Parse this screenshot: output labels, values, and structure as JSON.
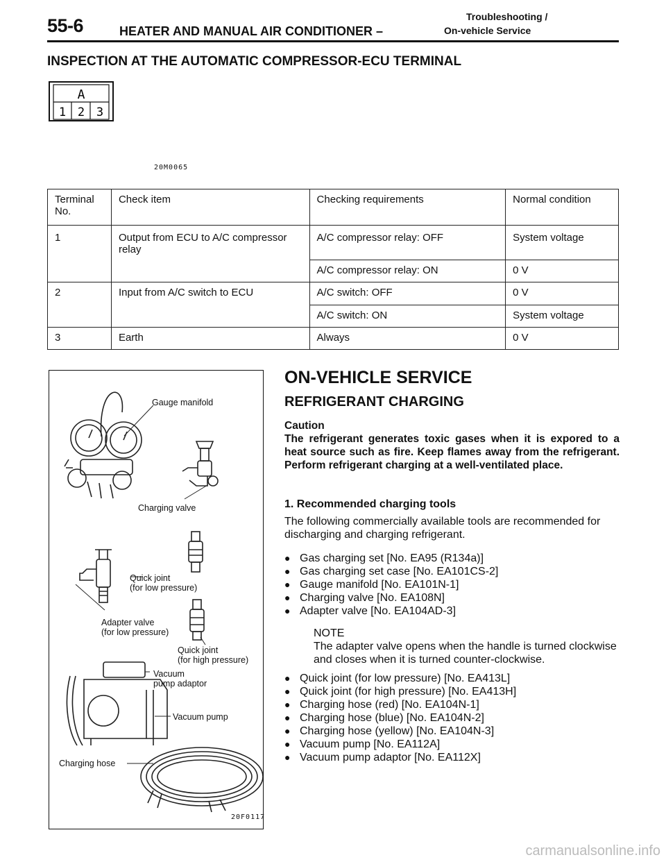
{
  "header": {
    "page_number": "55-6",
    "title": "HEATER AND MANUAL AIR CONDITIONER –",
    "subtitle_line1": "Troubleshooting /",
    "subtitle_line2": "On-vehicle Service"
  },
  "section_title": "INSPECTION AT THE AUTOMATIC COMPRESSOR-ECU TERMINAL",
  "connector": {
    "label": "A",
    "pins": [
      "1",
      "2",
      "3"
    ],
    "figure_code": "20M0065"
  },
  "table": {
    "headers": [
      "Terminal No.",
      "Check item",
      "Checking requirements",
      "Normal condition"
    ],
    "rows": [
      {
        "terminal": "1",
        "check_item": "Output from ECU to A/C compressor relay",
        "requirement": "A/C compressor relay: OFF",
        "condition": "System voltage"
      },
      {
        "terminal": "",
        "check_item": "",
        "requirement": "A/C compressor relay: ON",
        "condition": "0 V"
      },
      {
        "terminal": "2",
        "check_item": "Input from A/C switch to ECU",
        "requirement": "A/C switch: OFF",
        "condition": "0 V"
      },
      {
        "terminal": "",
        "check_item": "",
        "requirement": "A/C switch: ON",
        "condition": "System voltage"
      },
      {
        "terminal": "3",
        "check_item": "Earth",
        "requirement": "Always",
        "condition": "0 V"
      }
    ]
  },
  "figure": {
    "labels": {
      "gauge_manifold": "Gauge manifold",
      "charging_valve": "Charging valve",
      "quick_joint_low_1": "Quick joint",
      "quick_joint_low_2": "(for low pressure)",
      "adapter_valve_1": "Adapter valve",
      "adapter_valve_2": "(for low pressure)",
      "quick_joint_high_1": "Quick joint",
      "quick_joint_high_2": "(for high pressure)",
      "vacuum_adaptor_1": "Vacuum",
      "vacuum_adaptor_2": "pump adaptor",
      "vacuum_pump": "Vacuum pump",
      "charging_hose": "Charging hose"
    },
    "figure_code": "20F0117"
  },
  "service": {
    "heading": "ON-VEHICLE SERVICE",
    "subheading": "REFRIGERANT CHARGING",
    "caution_title": "Caution",
    "caution_text": "The refrigerant generates toxic gases when it is expored to a heat source such as fire. Keep flames away from the refrigerant. Perform refrigerant charging at a well-ventilated place.",
    "step1_title": "1. Recommended charging tools",
    "step1_text": "The following commercially available tools are recommended for discharging and charging refrigerant.",
    "tools_a": [
      "Gas charging set [No. EA95 (R134a)]",
      "Gas charging set case [No. EA101CS-2]",
      "Gauge manifold [No. EA101N-1]",
      "Charging valve [No. EA108N]",
      "Adapter valve [No. EA104AD-3]"
    ],
    "note_title": "NOTE",
    "note_text": "The adapter valve opens when the handle is turned clockwise and closes when it is turned counter-clockwise.",
    "tools_b": [
      "Quick joint (for low pressure) [No. EA413L]",
      "Quick joint (for high pressure) [No. EA413H]",
      "Charging hose (red) [No. EA104N-1]",
      "Charging hose (blue) [No. EA104N-2]",
      "Charging hose (yellow) [No. EA104N-3]",
      "Vacuum pump [No. EA112A]",
      "Vacuum pump adaptor [No. EA112X]"
    ],
    "bullet_char": "●"
  },
  "watermark": "carmanualsonline.info"
}
